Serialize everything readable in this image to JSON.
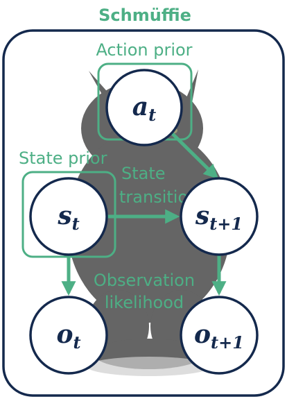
{
  "title": "Schmüffie",
  "labels": {
    "action_prior": "Action prior",
    "state_prior": "State prior",
    "state_transition_line1": "State",
    "state_transition_line2": "transition",
    "observation_line1": "Observation",
    "observation_line2": "likelihood"
  },
  "nodes": {
    "a_t": {
      "base": "a",
      "sub": "t"
    },
    "s_t": {
      "base": "s",
      "sub": "t"
    },
    "s_t1": {
      "base": "s",
      "sub": "t+1"
    },
    "o_t": {
      "base": "o",
      "sub": "t"
    },
    "o_t1": {
      "base": "o",
      "sub": "t+1"
    }
  },
  "colors": {
    "accent": "#4daf85",
    "node_stroke": "#14294d",
    "node_text": "#14294d",
    "frame": "#14294d",
    "cat": "#1d1d1d"
  }
}
